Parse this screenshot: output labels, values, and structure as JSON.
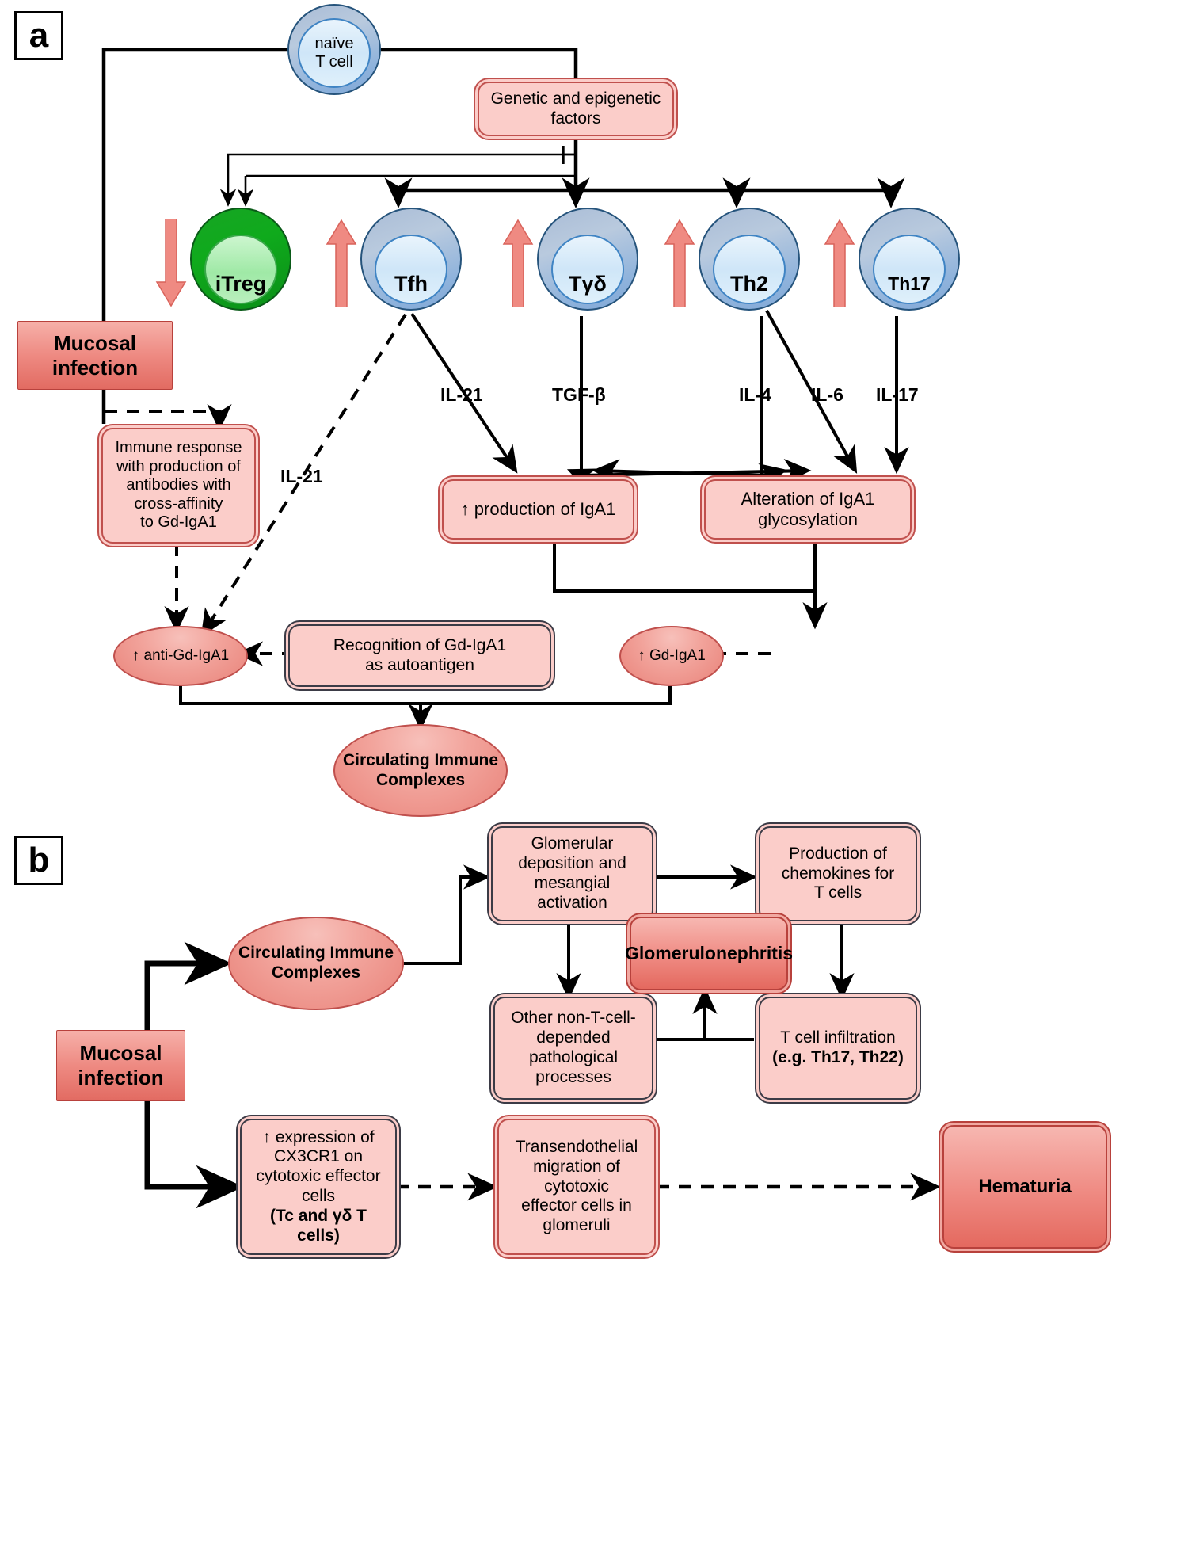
{
  "figure": {
    "panels": [
      {
        "id": "a",
        "label": "a"
      },
      {
        "id": "b",
        "label": "b"
      }
    ]
  },
  "panel_a": {
    "badge": "a",
    "naive_t_cell": "naïve\nT cell",
    "naive_t_cell_line1": "naïve",
    "naive_t_cell_line2": "T cell",
    "genetic_box": "Genetic and epigenetic factors",
    "mucosal_infection": "Mucosal\ninfection",
    "mucosal_infection_line1": "Mucosal",
    "mucosal_infection_line2": "infection",
    "cells": [
      {
        "name": "iTreg",
        "regulation": "down",
        "color": "green"
      },
      {
        "name": "Tfh",
        "regulation": "up",
        "color": "blue"
      },
      {
        "name": "Tγδ",
        "regulation": "up",
        "color": "blue"
      },
      {
        "name": "Th2",
        "regulation": "up",
        "color": "blue"
      },
      {
        "name": "Th17",
        "regulation": "up",
        "color": "blue"
      }
    ],
    "cytokines": [
      {
        "label": "IL-21",
        "source": "Tfh"
      },
      {
        "label": "TGF-β",
        "source": "Tγδ"
      },
      {
        "label": "IL-4",
        "source": "Th2"
      },
      {
        "label": "IL-6",
        "source": "Th2"
      },
      {
        "label": "IL-17",
        "source": "Th17"
      }
    ],
    "il21_dashed_label": "IL-21",
    "immune_response_box": "Immune response with production of antibodies with cross-affinity to Gd-IgA1",
    "immune_response_lines": [
      "Immune response",
      "with production of",
      "antibodies with",
      "cross-affinity",
      "to Gd-IgA1"
    ],
    "production_iga1_box": "↑ production of IgA1",
    "alteration_box": "Alteration of IgA1 glycosylation",
    "alteration_lines": [
      "Alteration of IgA1",
      "glycosylation"
    ],
    "anti_gd_iga1": "↑ anti-Gd-IgA1",
    "gd_iga1": "↑ Gd-IgA1",
    "recognition_box": "Recognition of Gd-IgA1 as autoantigen",
    "recognition_lines": [
      "Recognition of Gd-IgA1",
      "as autoantigen"
    ],
    "circulating_immune_complexes": "Circulating Immune Complexes",
    "cic_lines": [
      "Circulating Immune",
      "Complexes"
    ]
  },
  "panel_b": {
    "badge": "b",
    "mucosal_infection_line1": "Mucosal",
    "mucosal_infection_line2": "infection",
    "circulating_immune_complexes_lines": [
      "Circulating Immune",
      "Complexes"
    ],
    "glomerular_deposition_lines": [
      "Glomerular",
      "deposition and",
      "mesangial activation"
    ],
    "chemokines_lines": [
      "Production of",
      "chemokines for",
      "T cells"
    ],
    "glomerulonephritis": "Glomerulonephritis",
    "other_processes_lines": [
      "Other non-T-cell-",
      "depended",
      "pathological",
      "processes"
    ],
    "t_cell_infiltration_line1": "T cell infiltration",
    "t_cell_infiltration_line2": "(e.g. Th17, Th22)",
    "cx3cr1_lines": [
      "↑ expression of",
      "CX3CR1 on",
      "cytotoxic effector",
      "cells"
    ],
    "cx3cr1_bold_line": "(Tc and γδ T cells)",
    "transendothelial_lines": [
      "Transendothelial",
      "migration of cytotoxic",
      "effector cells in",
      "glomeruli"
    ],
    "hematuria": "Hematuria"
  },
  "colors": {
    "pink_fill": "#fbcdc9",
    "pink_border": "#c0504d",
    "dark_pink": "#e4695f",
    "ellipse_fill": "#ef9890",
    "cell_blue": "#8fb3dc",
    "cell_green": "#0faa1c",
    "reg_arrow": "#ef8a82",
    "line_black": "#000000"
  }
}
